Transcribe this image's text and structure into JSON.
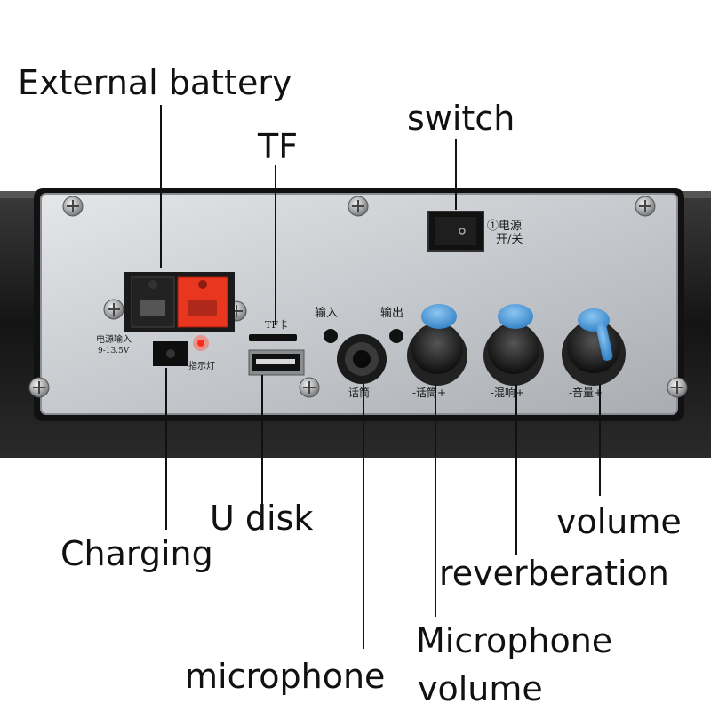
{
  "callouts": {
    "external_battery": "External battery",
    "tf": "TF",
    "switch": "switch",
    "u_disk": "U disk",
    "charging": "Charging",
    "microphone": "microphone",
    "microphone_volume_line1": "Microphone",
    "microphone_volume_line2": "volume",
    "reverberation": "reverberation",
    "volume": "volume"
  },
  "panel_print": {
    "power_switch": "①电源",
    "power_switch_sub": "开/关",
    "tf_card": "TF卡",
    "input": "输入",
    "output": "输出",
    "power_in": "电源输入",
    "power_in_spec": "9-13.5V",
    "indicator": "指示灯",
    "mic_jack": "话筒",
    "knob_mic": "-话筒+",
    "knob_reverb": "-混响+",
    "knob_volume": "-音量+"
  },
  "colors": {
    "panel": "#c9ccd0",
    "housing": "#1a1a1a",
    "knob_cap": "#3d8fd4",
    "terminal_red": "#e8361f"
  }
}
